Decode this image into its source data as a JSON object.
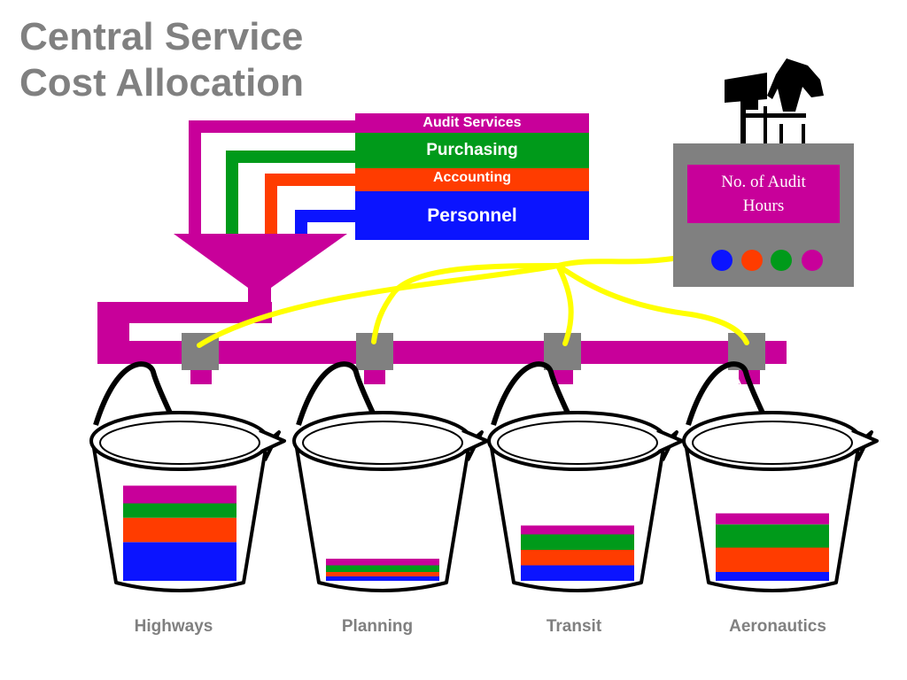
{
  "title": {
    "line1": "Central Service",
    "line2": "Cost Allocation"
  },
  "services": [
    {
      "label": "Audit Services",
      "color": "#c8009a"
    },
    {
      "label": "Purchasing",
      "color": "#009a1a"
    },
    {
      "label": "Accounting",
      "color": "#ff3c00"
    },
    {
      "label": "Personnel",
      "color": "#0b14ff"
    }
  ],
  "audit_box": {
    "label_line1": "No. of Audit",
    "label_line2": "Hours",
    "dot_colors": [
      "#0b14ff",
      "#ff3c00",
      "#009a1a",
      "#c8009a"
    ]
  },
  "pipe_color": "#c8009a",
  "wire_color": "#ffff00",
  "buckets": [
    {
      "label": "Highways",
      "fill": [
        {
          "service": "Audit Services",
          "share": 0.08
        },
        {
          "service": "Purchasing",
          "share": 0.065
        },
        {
          "service": "Accounting",
          "share": 0.11
        },
        {
          "service": "Personnel",
          "share": 0.175
        }
      ]
    },
    {
      "label": "Planning",
      "fill": [
        {
          "service": "Audit Services",
          "share": 0.03
        },
        {
          "service": "Purchasing",
          "share": 0.03
        },
        {
          "service": "Accounting",
          "share": 0.02
        },
        {
          "service": "Personnel",
          "share": 0.02
        }
      ]
    },
    {
      "label": "Transit",
      "fill": [
        {
          "service": "Audit Services",
          "share": 0.04
        },
        {
          "service": "Purchasing",
          "share": 0.07
        },
        {
          "service": "Accounting",
          "share": 0.07
        },
        {
          "service": "Personnel",
          "share": 0.07
        }
      ]
    },
    {
      "label": "Aeronautics",
      "fill": [
        {
          "service": "Audit Services",
          "share": 0.05
        },
        {
          "service": "Purchasing",
          "share": 0.105
        },
        {
          "service": "Accounting",
          "share": 0.11
        },
        {
          "service": "Personnel",
          "share": 0.04
        }
      ]
    }
  ]
}
